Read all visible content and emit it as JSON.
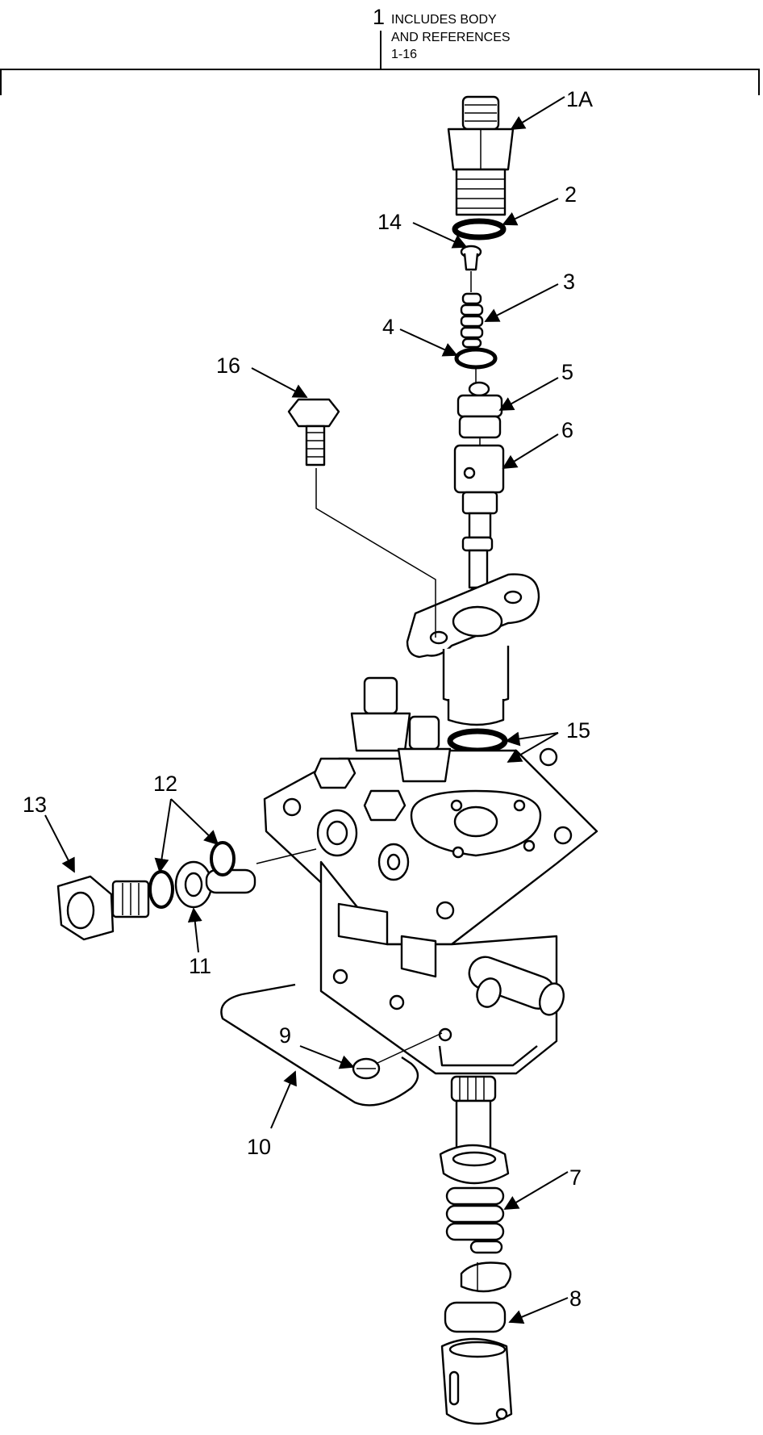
{
  "header": {
    "ref_number": "1",
    "note_line1": "INCLUDES BODY",
    "note_line2": "AND REFERENCES",
    "note_line3": "1-16"
  },
  "callouts": {
    "c1a": "1A",
    "c2": "2",
    "c3": "3",
    "c4": "4",
    "c5": "5",
    "c6": "6",
    "c7": "7",
    "c8": "8",
    "c9": "9",
    "c10": "10",
    "c11": "11",
    "c12": "12",
    "c13": "13",
    "c14": "14",
    "c15": "15",
    "c16": "16"
  }
}
